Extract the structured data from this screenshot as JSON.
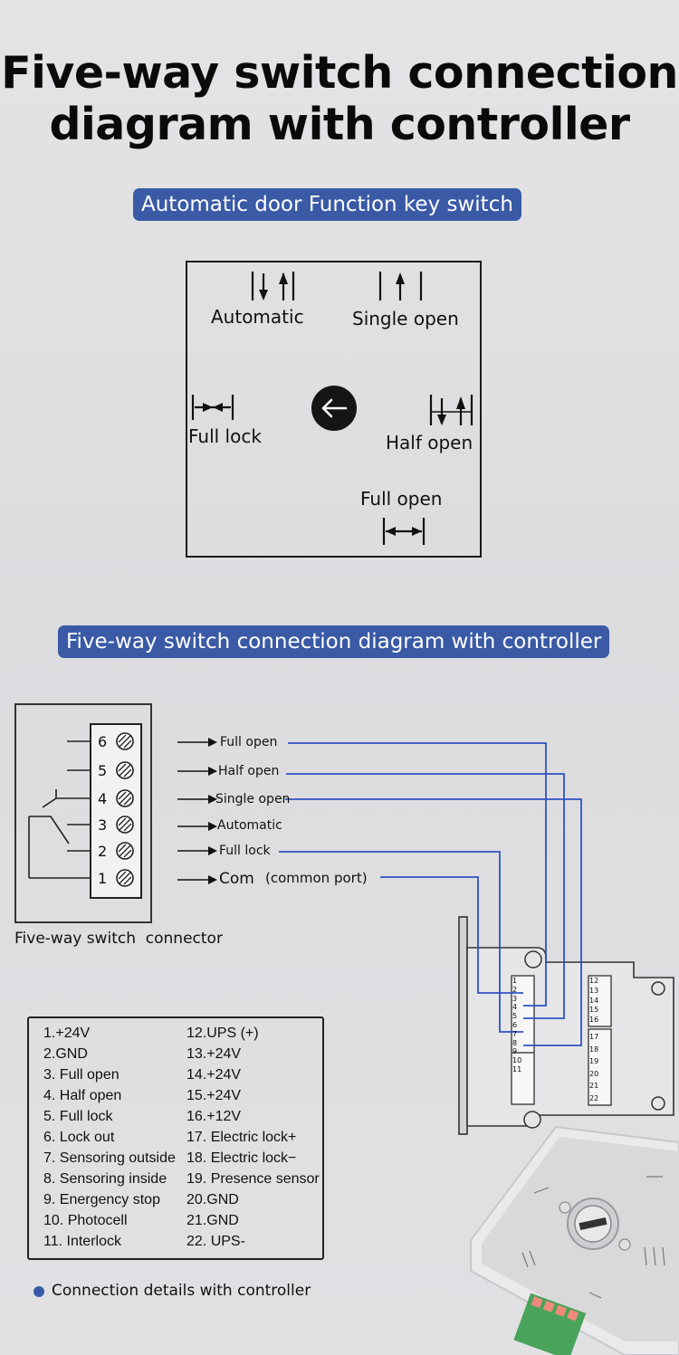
{
  "title": {
    "line1": "Five-way switch connection",
    "line2": "diagram with controller"
  },
  "section1": {
    "label": "Automatic door Function key switch"
  },
  "key_switch": {
    "automatic": "Automatic",
    "single_open": "Single open",
    "full_lock": "Full lock",
    "half_open": "Half open",
    "full_open": "Full open"
  },
  "section2": {
    "label": "Five-way switch connection diagram with controller"
  },
  "connector": {
    "caption": "Five-way switch  connector",
    "terminals": [
      "6",
      "5",
      "4",
      "3",
      "2",
      "1"
    ],
    "wires": {
      "full_open": "Full open",
      "half_open": "Half open",
      "single_open": "Single open",
      "automatic": "Automatic",
      "full_lock": "Full lock",
      "com": "Com",
      "com_note": "(common port)"
    }
  },
  "controller": {
    "left_pins": [
      "1",
      "2",
      "3",
      "4",
      "5",
      "6",
      "7",
      "8",
      "9",
      "10",
      "11"
    ],
    "right_pins_top": [
      "12",
      "13",
      "14",
      "15",
      "16"
    ],
    "right_pins_bottom": [
      "17",
      "18",
      "19",
      "20",
      "21",
      "22"
    ]
  },
  "legend": {
    "left": [
      "1.+24V",
      "2.GND",
      "3. Full open",
      "4. Half open",
      "5. Full lock",
      "6. Lock out",
      "7. Sensoring outside",
      "8. Sensoring inside",
      "9. Energency stop",
      "10. Photocell",
      "11. Interlock"
    ],
    "right": [
      "12.UPS (+)",
      "13.+24V",
      "14.+24V",
      "15.+24V",
      "16.+12V",
      "17. Electric lock+",
      "18. Electric lock−",
      "19. Presence sensor",
      "20.GND",
      "21.GND",
      "22.  UPS-"
    ]
  },
  "footer": {
    "note": "Connection details with controller"
  },
  "colors": {
    "accent": "#3a5aa6",
    "wire": "#2f52c4"
  }
}
